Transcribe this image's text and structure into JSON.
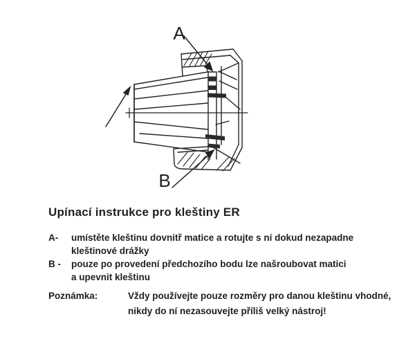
{
  "figure": {
    "description": "technical line drawing of ER collet inserted into clamping nut",
    "callout_a": "A",
    "callout_b": "B"
  },
  "title": "Upínací instrukce pro kleštiny ER",
  "instructions": [
    {
      "label": "A-",
      "line1": "umístěte kleštinu dovnitř matice a rotujte s ní dokud nezapadne",
      "line2": "kleštinové drážky"
    },
    {
      "label": "B -",
      "line1": "pouze po provedení předchozího bodu lze našroubovat matici",
      "line2": "a upevnit kleštinu"
    }
  ],
  "note": {
    "label": "Poznámka:",
    "line1": "Vždy používejte pouze rozměry pro danou kleštinu vhodné,",
    "line2": "nikdy do ní nezasouvejte příliš velký nástroj!"
  },
  "colors": {
    "ink": "#1f1f1f",
    "background": "#ffffff"
  }
}
